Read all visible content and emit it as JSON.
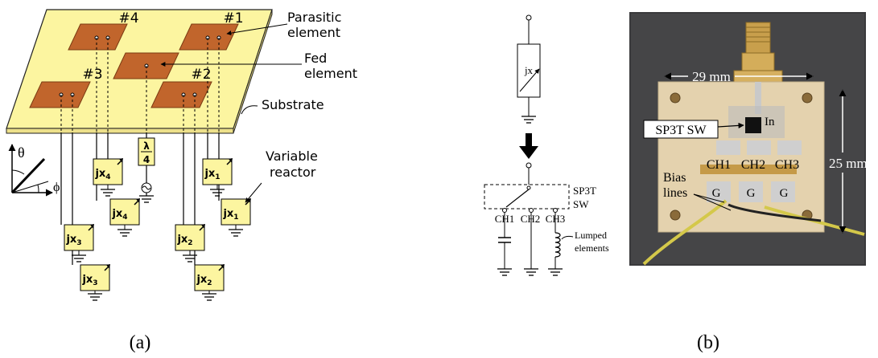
{
  "panel_a": {
    "caption": "(a)",
    "element_numbers": [
      "#1",
      "#2",
      "#3",
      "#4"
    ],
    "labels": {
      "parasitic": [
        "Parasitic",
        "element"
      ],
      "fed": [
        "Fed",
        "element"
      ],
      "substrate": "Substrate",
      "reactor": [
        "Variable",
        "reactor"
      ]
    },
    "quarter_wave": {
      "num": "λ",
      "den": "4"
    },
    "angles": {
      "theta": "θ",
      "phi": "ϕ"
    },
    "reactors": {
      "x1": {
        "base": "jx",
        "sub": "1"
      },
      "x2": {
        "base": "jx",
        "sub": "2"
      },
      "x3": {
        "base": "jx",
        "sub": "3"
      },
      "x4": {
        "base": "jx",
        "sub": "4"
      }
    }
  },
  "panel_b": {
    "caption": "(b)",
    "schematic": {
      "jx": "jx",
      "switch": [
        "SP3T",
        "SW"
      ],
      "channels": [
        "CH1",
        "CH2",
        "CH3"
      ],
      "lumped": [
        "Lumped",
        "elements"
      ]
    },
    "photo": {
      "width_dim": "29 mm",
      "height_dim": "25 mm",
      "input": "In",
      "switch_label": "SP3T SW",
      "channels": [
        "CH1",
        "CH2",
        "CH3"
      ],
      "bias": [
        "Bias",
        "lines"
      ],
      "g_labels": [
        "G",
        "G",
        "G"
      ]
    }
  },
  "colors": {
    "substrate": "#fcf5a0",
    "patch": "#c1652c",
    "reactor_box": "#fcf5a0",
    "board": "#e4d2ae",
    "photo_bg": "#3a3a3c"
  }
}
